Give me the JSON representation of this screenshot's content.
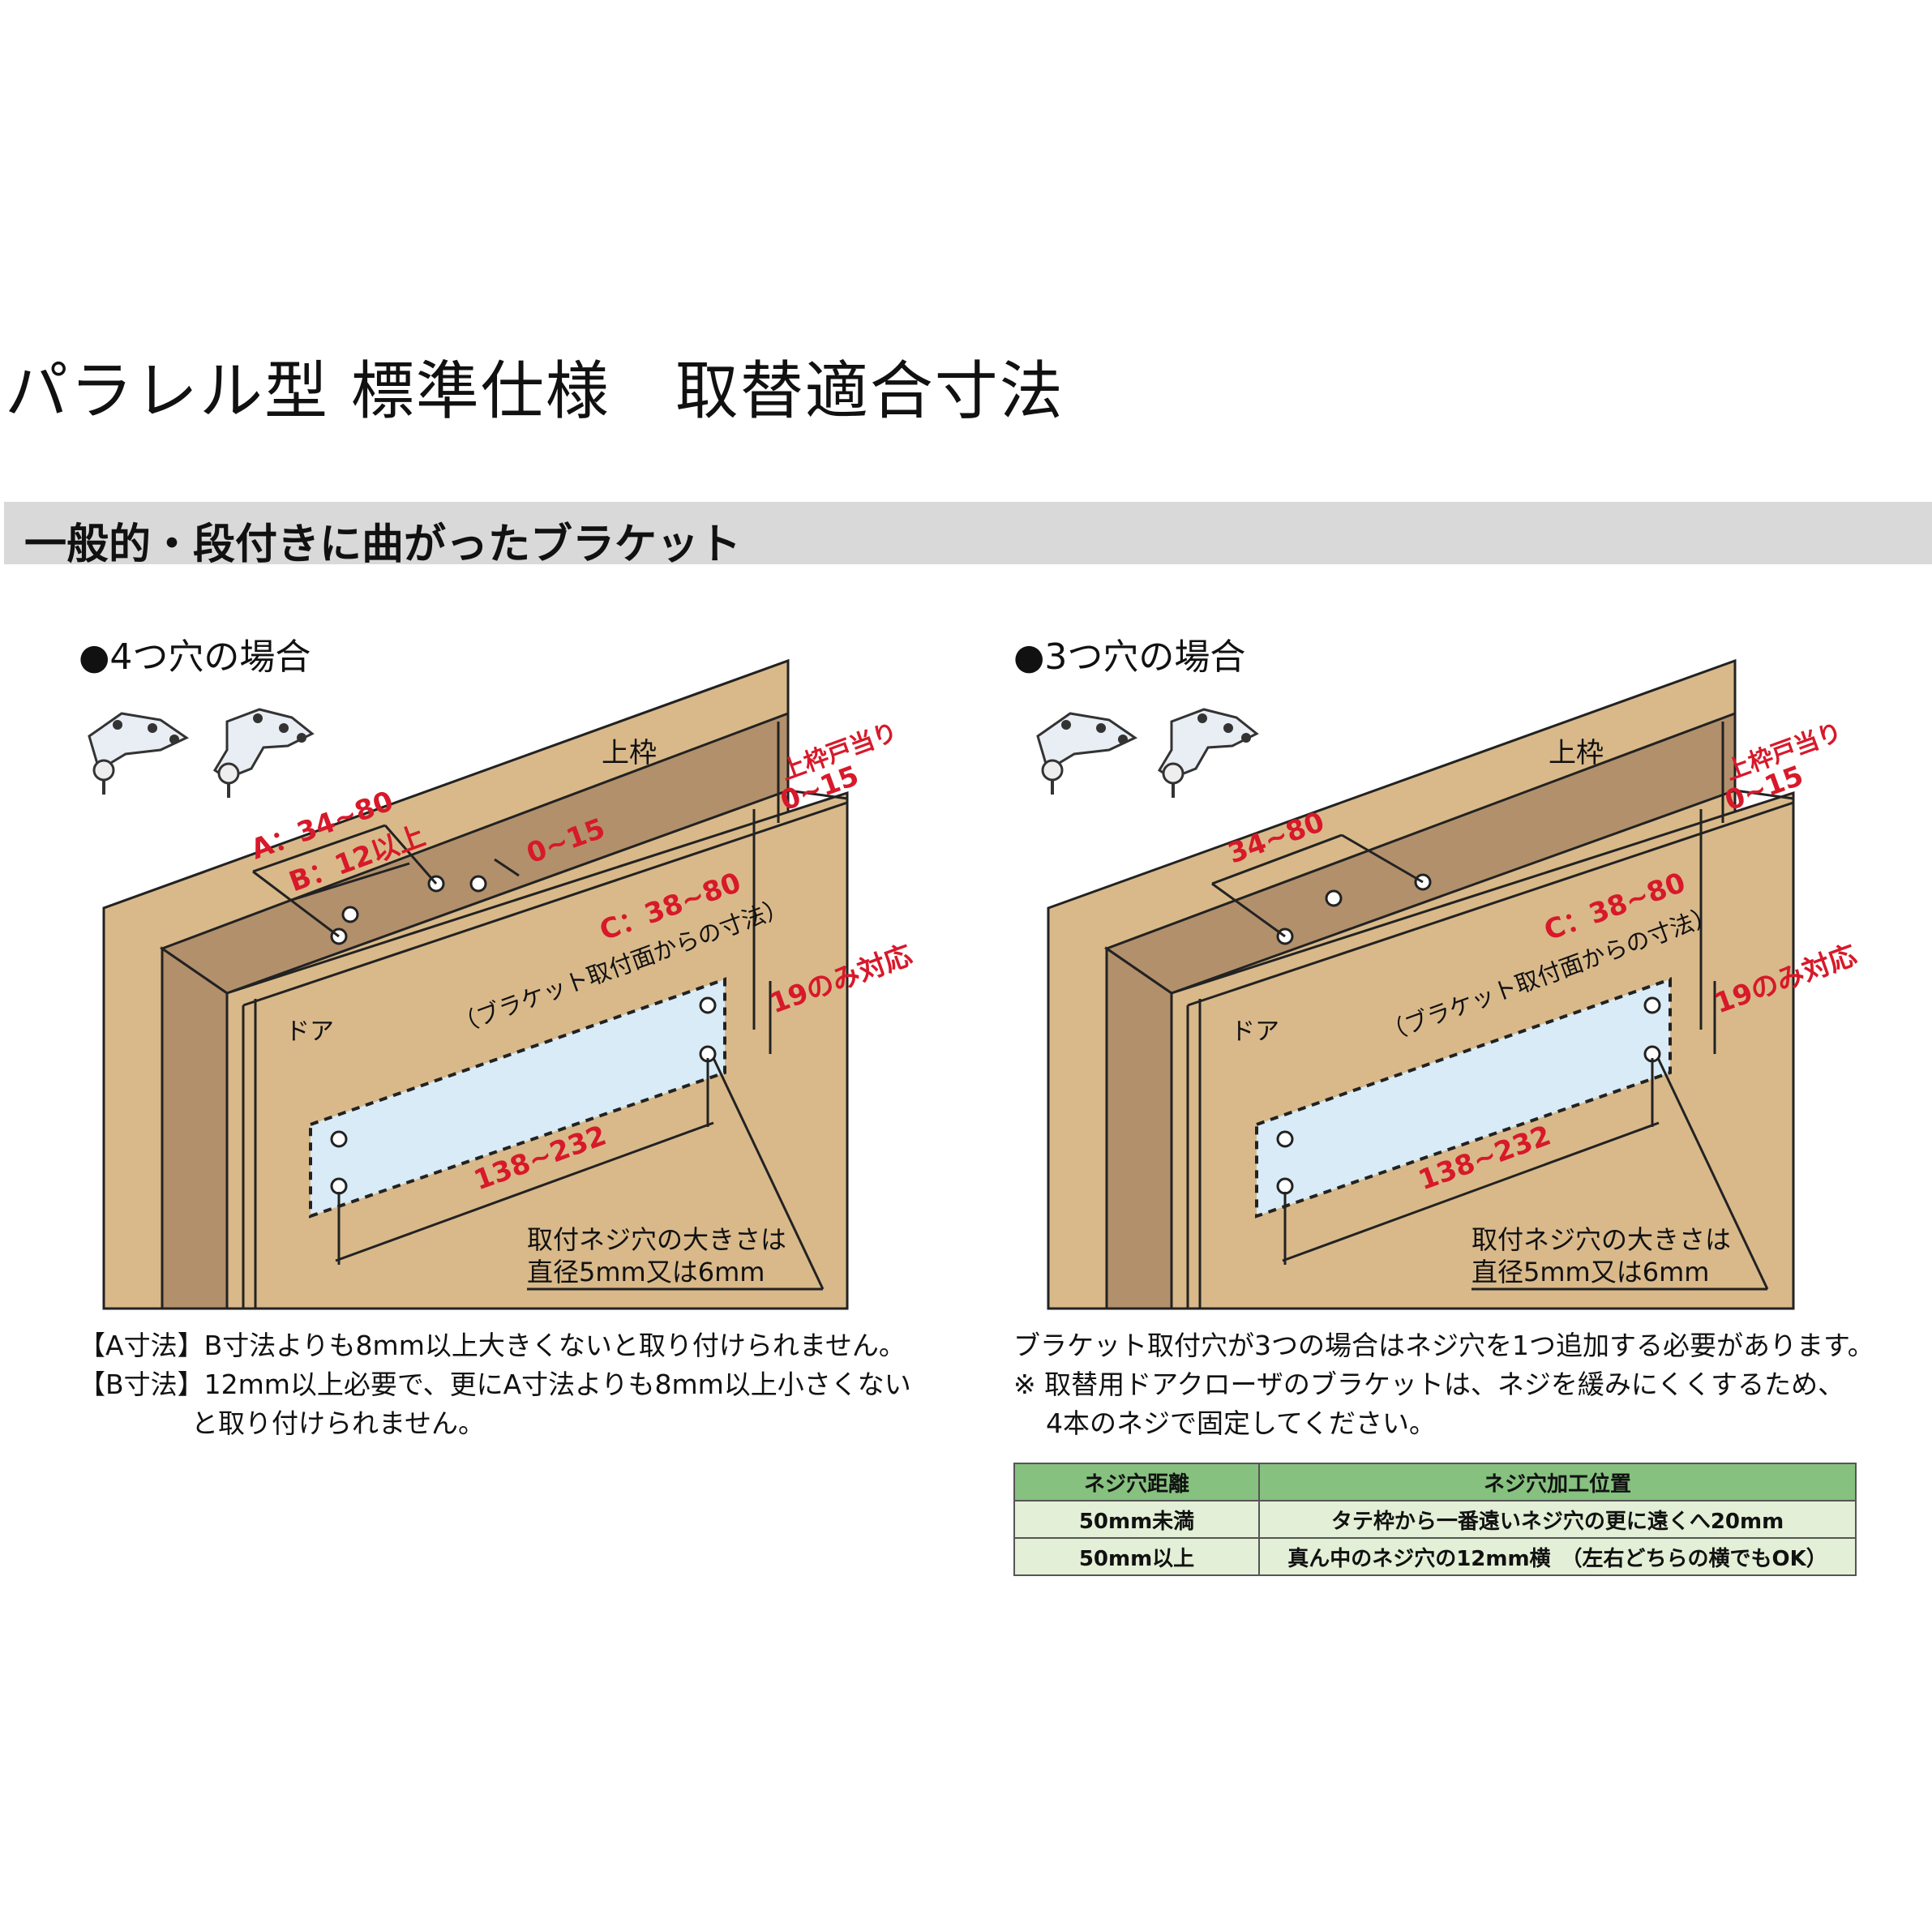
{
  "title": "パラレル型 標準仕様　取替適合寸法",
  "section": "一般的・段付きに曲がったブラケット",
  "left": {
    "heading": "●4つ穴の場合",
    "frame": "上枠",
    "door": "ドア",
    "stop_label": "上枠戸当り",
    "stop_range": "0~15",
    "dim_a": "A：34~80",
    "dim_b": "B：12以上",
    "dim_0_15": "0~15",
    "dim_c": "C：38~80",
    "dim_c_note": "（ブラケット取付面からの寸法）",
    "dim_19": "19のみ対応",
    "dim_138": "138~232",
    "screw_line1": "取付ネジ穴の大きさは",
    "screw_line2": "直径5mm又は6mm",
    "note1": "【A寸法】B寸法よりも8mm以上大きくないと取り付けられません。",
    "note2": "【B寸法】12mm以上必要で、更にA寸法よりも8mm以上小さくない",
    "note3": "と取り付けられません。"
  },
  "right": {
    "heading": "●3つ穴の場合",
    "frame": "上枠",
    "door": "ドア",
    "stop_label": "上枠戸当り",
    "stop_range": "0~15",
    "dim_34": "34~80",
    "dim_c": "C：38~80",
    "dim_c_note": "（ブラケット取付面からの寸法）",
    "dim_19": "19のみ対応",
    "dim_138": "138~232",
    "screw_line1": "取付ネジ穴の大きさは",
    "screw_line2": "直径5mm又は6mm",
    "note1": "ブラケット取付穴が3つの場合はネジ穴を1つ追加する必要があります。",
    "note2": "※ 取替用ドアクローザのブラケットは、ネジを緩みにくくするため、",
    "note3": "4本のネジで固定してください。"
  },
  "table": {
    "headers": [
      "ネジ穴距離",
      "ネジ穴加工位置"
    ],
    "rows": [
      [
        "50mm未満",
        "タテ枠から一番遠いネジ穴の更に遠くへ20mm"
      ],
      [
        "50mm以上",
        "真ん中のネジ穴の12mm横　（左右どちらの横でもOK）"
      ]
    ]
  },
  "colors": {
    "wood": "#d9b98a",
    "wood_dark": "#b2906c",
    "plate": "#d8ebf6",
    "red": "#d7192a",
    "bar": "#d9d9da",
    "table_head": "#86c17f",
    "table_body": "#e3efd6"
  }
}
